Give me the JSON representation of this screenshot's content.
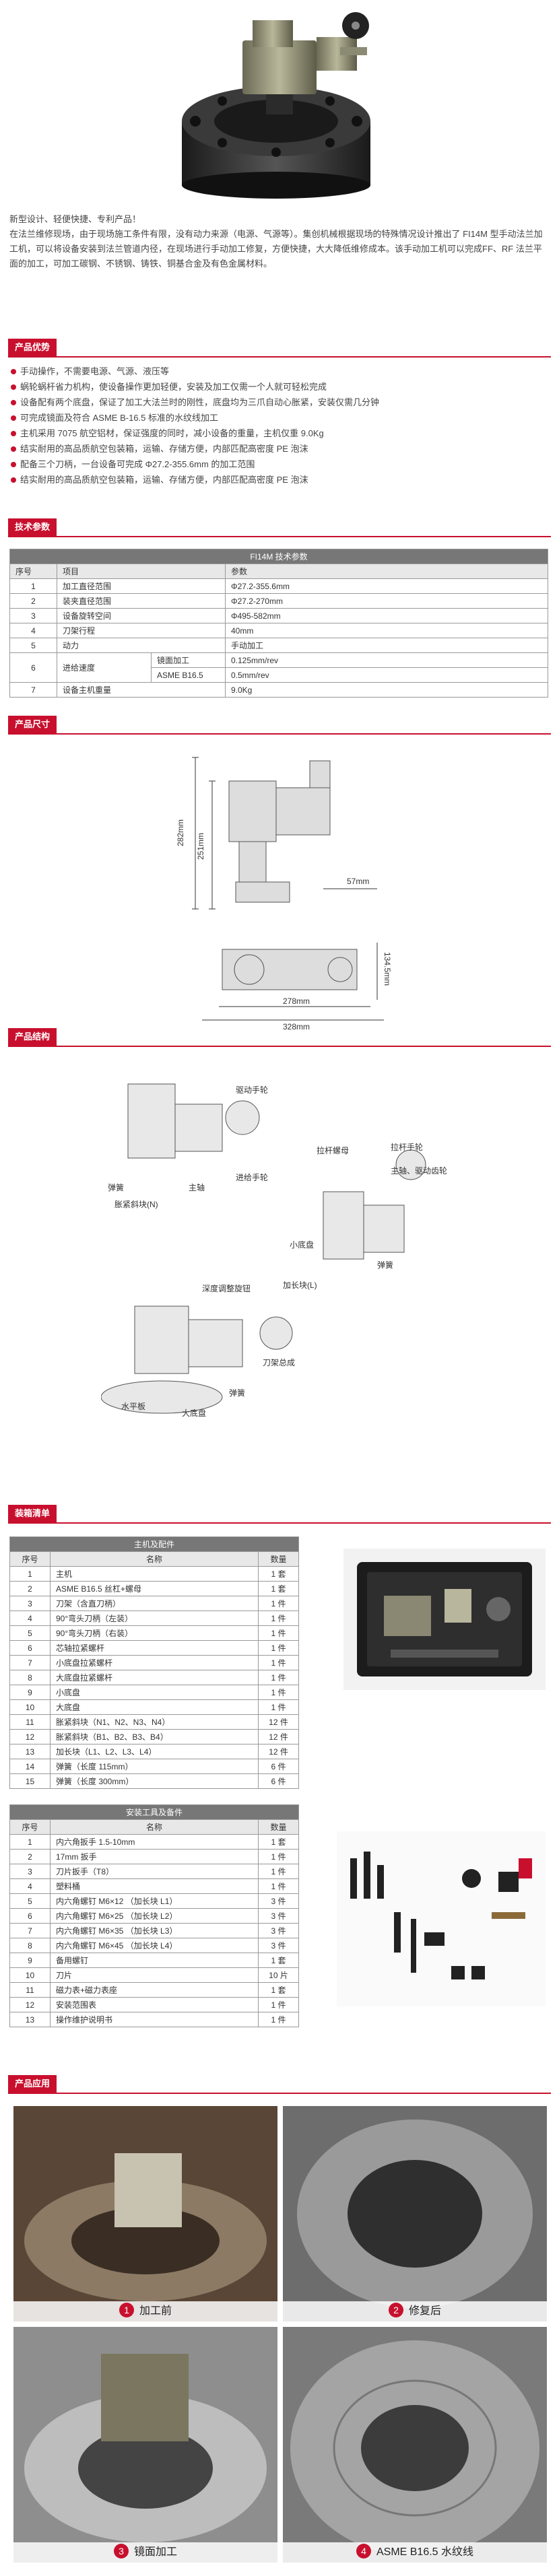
{
  "intro": {
    "line1": "新型设计、轻便快捷、专利产品！",
    "line2": "在法兰维修现场，由于现场施工条件有限，没有动力来源（电源、气源等）。集创机械根据现场的特殊情况设计推出了 FI14M 型手动法兰加工机，可以将设备安装到法兰管道内径，在现场进行手动加工修复，方便快捷，大大降低维修成本。该手动加工机可以完成FF、RF 法兰平面的加工，可加工碳钢、不锈钢、铸铁、铜基合金及有色金属材料。"
  },
  "sections": {
    "advantages": "产品优势",
    "specs": "技术参数",
    "dimensions": "产品尺寸",
    "structure": "产品结构",
    "packing": "装箱清单",
    "application": "产品应用"
  },
  "advantages": [
    "手动操作，不需要电源、气源、液压等",
    "蜗轮蜗杆省力机构，使设备操作更加轻便，安装及加工仅需一个人就可轻松完成",
    "设备配有两个底盘，保证了加工大法兰时的刚性，底盘均为三爪自动心胀紧，安装仅需几分钟",
    "可完成镜面及符合 ASME B-16.5 标准的水纹线加工",
    "主机采用 7075 航空铝材，保证强度的同时，减小设备的重量，主机仅重 9.0Kg",
    "结实耐用的高品质航空包装箱，运输、存储方便，内部匹配高密度 PE 泡沫",
    "配备三个刀柄，一台设备可完成 Φ27.2-355.6mm 的加工范围",
    "结实耐用的高品质航空包装箱，运输、存储方便，内部匹配高密度 PE 泡沫"
  ],
  "spec_table": {
    "caption": "FI14M 技术参数",
    "headers": [
      "序号",
      "项目",
      "参数"
    ],
    "rows": [
      [
        "1",
        "加工直径范围",
        "",
        "Φ27.2-355.6mm"
      ],
      [
        "2",
        "装夹直径范围",
        "",
        "Φ27.2-270mm"
      ],
      [
        "3",
        "设备旋转空间",
        "",
        "Φ495-582mm"
      ],
      [
        "4",
        "刀架行程",
        "",
        "40mm"
      ],
      [
        "5",
        "动力",
        "",
        "手动加工"
      ],
      [
        "6",
        "进给速度",
        "镜面加工",
        "0.125mm/rev"
      ],
      [
        "",
        "",
        "ASME B16.5",
        "0.5mm/rev"
      ],
      [
        "7",
        "设备主机重量",
        "",
        "9.0Kg"
      ]
    ]
  },
  "dimensions": {
    "h1": "282mm",
    "h2": "251mm",
    "w1": "57mm",
    "d1": "134.5mm",
    "w2": "278mm",
    "w3": "328mm"
  },
  "structure_labels": {
    "drive_handwheel": "驱动手轮",
    "spring": "弹簧",
    "main_shaft": "主轴",
    "expand_block_n": "胀紧斜块(N)",
    "feed_handwheel": "进给手轮",
    "pull_nut": "拉杆螺母",
    "pull_handwheel": "拉杆手轮",
    "main_drive_gear": "主轴、驱动齿轮",
    "small_chassis": "小底盘",
    "depth_adjust": "深度调整旋钮",
    "ext_bar": "加长块(L)",
    "tool_holder": "刀架总成",
    "spring2": "弹簧",
    "level": "水平板",
    "big_chassis": "大底盘",
    "spring3": "弹簧"
  },
  "main_table": {
    "caption": "主机及配件",
    "headers": [
      "序号",
      "名称",
      "数量"
    ],
    "rows": [
      [
        "1",
        "主机",
        "1 套"
      ],
      [
        "2",
        "ASME B16.5 丝杠+螺母",
        "1 套"
      ],
      [
        "3",
        "刀架（含直刀柄）",
        "1 件"
      ],
      [
        "4",
        "90°弯头刀柄（左装）",
        "1 件"
      ],
      [
        "5",
        "90°弯头刀柄（右装）",
        "1 件"
      ],
      [
        "6",
        "芯轴拉紧螺杆",
        "1 件"
      ],
      [
        "7",
        "小底盘拉紧螺杆",
        "1 件"
      ],
      [
        "8",
        "大底盘拉紧螺杆",
        "1 件"
      ],
      [
        "9",
        "小底盘",
        "1 件"
      ],
      [
        "10",
        "大底盘",
        "1 件"
      ],
      [
        "11",
        "胀紧斜块（N1、N2、N3、N4）",
        "12 件"
      ],
      [
        "12",
        "胀紧斜块（B1、B2、B3、B4）",
        "12 件"
      ],
      [
        "13",
        "加长块（L1、L2、L3、L4）",
        "12 件"
      ],
      [
        "14",
        "弹簧（长度 115mm）",
        "6 件"
      ],
      [
        "15",
        "弹簧（长度 300mm）",
        "6 件"
      ]
    ]
  },
  "tool_table": {
    "caption": "安装工具及备件",
    "headers": [
      "序号",
      "名称",
      "数量"
    ],
    "rows": [
      [
        "1",
        "内六角扳手 1.5-10mm",
        "1 套"
      ],
      [
        "2",
        "17mm 扳手",
        "1 件"
      ],
      [
        "3",
        "刀片扳手（T8）",
        "1 件"
      ],
      [
        "4",
        "塑料桶",
        "1 件"
      ],
      [
        "5",
        "内六角螺钉 M6×12 （加长块 L1）",
        "3 件"
      ],
      [
        "6",
        "内六角螺钉 M6×25 （加长块 L2）",
        "3 件"
      ],
      [
        "7",
        "内六角螺钉 M6×35 （加长块 L3）",
        "3 件"
      ],
      [
        "8",
        "内六角螺钉 M6×45 （加长块 L4）",
        "3 件"
      ],
      [
        "9",
        "备用螺钉",
        "1 套"
      ],
      [
        "10",
        "刀片",
        "10 片"
      ],
      [
        "11",
        "磁力表+磁力表座",
        "1 套"
      ],
      [
        "12",
        "安装范围表",
        "1 件"
      ],
      [
        "13",
        "操作维护说明书",
        "1 件"
      ]
    ]
  },
  "applications": [
    {
      "num": "1",
      "label": "加工前"
    },
    {
      "num": "2",
      "label": "修复后"
    },
    {
      "num": "3",
      "label": "镜面加工"
    },
    {
      "num": "4",
      "label": "ASME B16.5 水纹线"
    }
  ]
}
